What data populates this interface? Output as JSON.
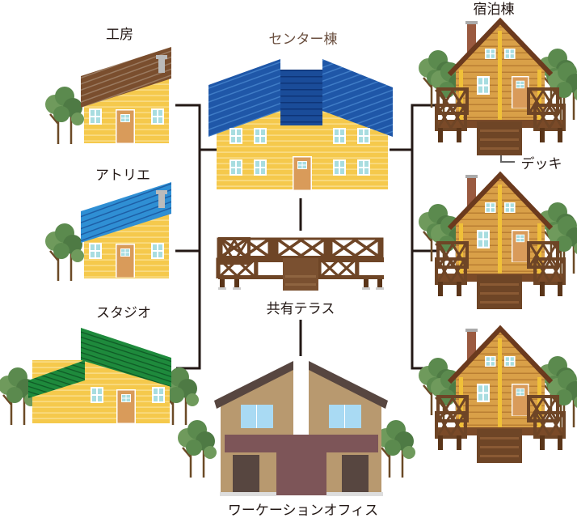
{
  "labels": {
    "koubou": "工房",
    "atelier": "アトリエ",
    "studio": "スタジオ",
    "center": "センター棟",
    "lodging": "宿泊棟",
    "deck": "デッキ",
    "terrace": "共有テラス",
    "office": "ワーケーションオフィス"
  },
  "colors": {
    "wall_yellow": "#f5c94c",
    "roof_brown": "#7a4e2e",
    "roof_lightblue": "#2f8fd4",
    "roof_green": "#1e8a3c",
    "roof_blue": "#1f57a8",
    "log_wall": "#d9a048",
    "deck_brown": "#6e4526",
    "office_wall": "#b8996f",
    "office_accent": "#7d5558",
    "tree_green": "#5b8a4e",
    "line": "#231815"
  }
}
